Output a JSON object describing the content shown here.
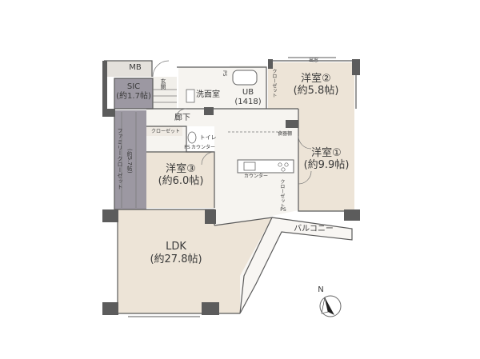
{
  "rooms": {
    "mb": "MB",
    "sic_name": "SIC",
    "sic_area": "(約1.7帖)",
    "genkan": "玄関",
    "senmenjo": "洗面室",
    "ps_small": "PS",
    "ub_name": "UB",
    "ub_size": "(1418)",
    "closet_upper": "クローゼット",
    "yoshitsu2_name": "洋室②",
    "yoshitsu2_area": "(約5.8帖)",
    "mado": "出窓",
    "roka": "廊下",
    "family_closet_name": "ファミリークローゼット",
    "family_closet_area": "(約5.7帖)",
    "closet_mid": "クローゼット",
    "toilet": "トイレ",
    "ps_counter_label": "PS",
    "counter_small": "カウンター",
    "shokki": "食器棚",
    "yoshitsu1_name": "洋室①",
    "yoshitsu1_area": "(約9.9帖)",
    "yoshitsu3_name": "洋室③",
    "yoshitsu3_area": "(約6.0帖)",
    "counter_kitchen": "カウンター",
    "closet_right": "クローゼット",
    "ps_lower": "PS",
    "balcony": "バルコニー",
    "ldk_name": "LDK",
    "ldk_area": "(約27.8帖)"
  },
  "compass": {
    "north": "N"
  }
}
